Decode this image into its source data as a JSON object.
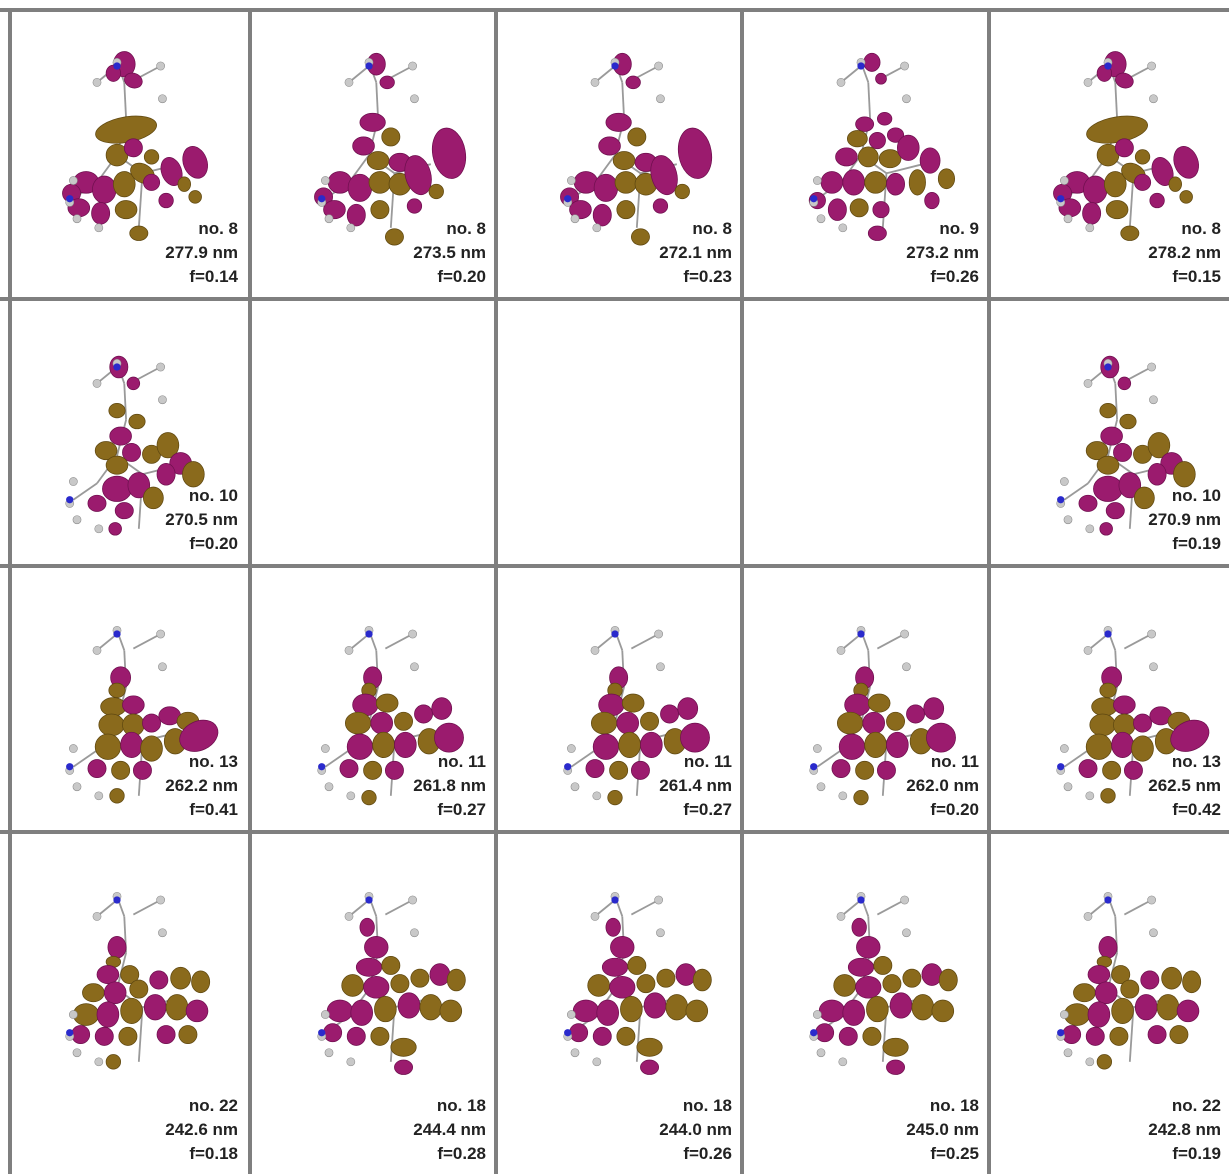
{
  "colors": {
    "grid_line": "#7f7f7f",
    "lobe_positive": "#9b1b6e",
    "lobe_negative": "#8a6a1c",
    "atom_hydrogen": "#c8c8c8",
    "atom_nitrogen": "#2a2acc",
    "caption_text": "#222222"
  },
  "rows": [
    [
      {
        "state": "no. 8",
        "wavelength": "277.9 nm",
        "osc": "f=0.14",
        "variant": 0
      },
      {
        "state": "no. 8",
        "wavelength": "273.5 nm",
        "osc": "f=0.20",
        "variant": 1
      },
      {
        "state": "no. 8",
        "wavelength": "272.1 nm",
        "osc": "f=0.23",
        "variant": 1
      },
      {
        "state": "no. 9",
        "wavelength": "273.2 nm",
        "osc": "f=0.26",
        "variant": 2
      },
      {
        "state": "no. 8",
        "wavelength": "278.2 nm",
        "osc": "f=0.15",
        "variant": 0
      }
    ],
    [
      {
        "state": "no. 10",
        "wavelength": "270.5 nm",
        "osc": "f=0.20",
        "variant": 3
      },
      null,
      null,
      null,
      {
        "state": "no. 10",
        "wavelength": "270.9 nm",
        "osc": "f=0.19",
        "variant": 3
      }
    ],
    [
      {
        "state": "no. 13",
        "wavelength": "262.2 nm",
        "osc": "f=0.41",
        "variant": 4
      },
      {
        "state": "no. 11",
        "wavelength": "261.8 nm",
        "osc": "f=0.27",
        "variant": 5
      },
      {
        "state": "no. 11",
        "wavelength": "261.4 nm",
        "osc": "f=0.27",
        "variant": 5
      },
      {
        "state": "no. 11",
        "wavelength": "262.0 nm",
        "osc": "f=0.20",
        "variant": 5
      },
      {
        "state": "no. 13",
        "wavelength": "262.5 nm",
        "osc": "f=0.42",
        "variant": 4
      }
    ],
    [
      {
        "state": "no. 22",
        "wavelength": "242.6 nm",
        "osc": "f=0.18",
        "variant": 6
      },
      {
        "state": "no. 18",
        "wavelength": "244.4 nm",
        "osc": "f=0.28",
        "variant": 7
      },
      {
        "state": "no. 18",
        "wavelength": "244.0 nm",
        "osc": "f=0.26",
        "variant": 7
      },
      {
        "state": "no. 18",
        "wavelength": "245.0 nm",
        "osc": "f=0.25",
        "variant": 7
      },
      {
        "state": "no. 22",
        "wavelength": "242.8 nm",
        "osc": "f=0.19",
        "variant": 6
      }
    ]
  ]
}
